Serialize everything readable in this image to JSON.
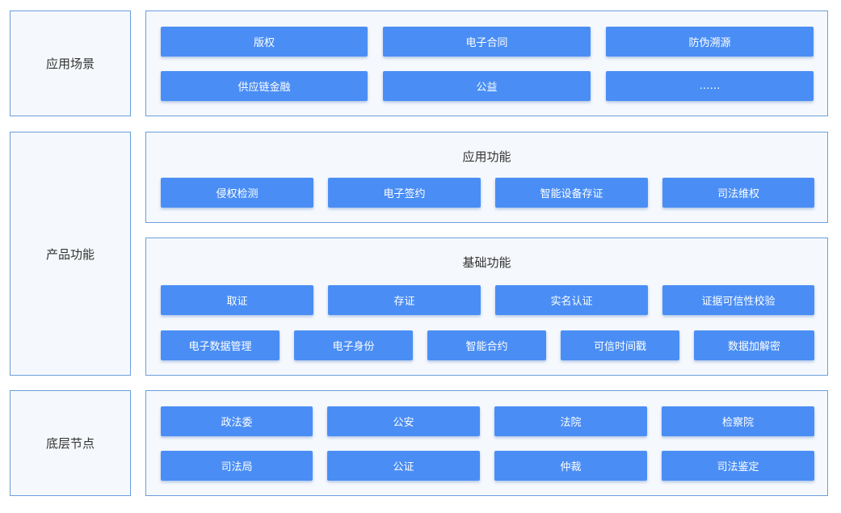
{
  "layers": {
    "scenarios": {
      "label": "应用场景",
      "row1": [
        "版权",
        "电子合同",
        "防伪溯源"
      ],
      "row2": [
        "供应链金融",
        "公益",
        "……"
      ]
    },
    "product": {
      "label": "产品功能",
      "app_functions": {
        "title": "应用功能",
        "items": [
          "侵权检测",
          "电子签约",
          "智能设备存证",
          "司法维权"
        ]
      },
      "base_functions": {
        "title": "基础功能",
        "row1": [
          "取证",
          "存证",
          "实名认证",
          "证据可信性校验"
        ],
        "row2": [
          "电子数据管理",
          "电子身份",
          "智能合约",
          "可信时间戳",
          "数据加解密"
        ]
      }
    },
    "nodes": {
      "label": "底层节点",
      "row1": [
        "政法委",
        "公安",
        "法院",
        "检察院"
      ],
      "row2": [
        "司法局",
        "公证",
        "仲裁",
        "司法鉴定"
      ]
    }
  }
}
